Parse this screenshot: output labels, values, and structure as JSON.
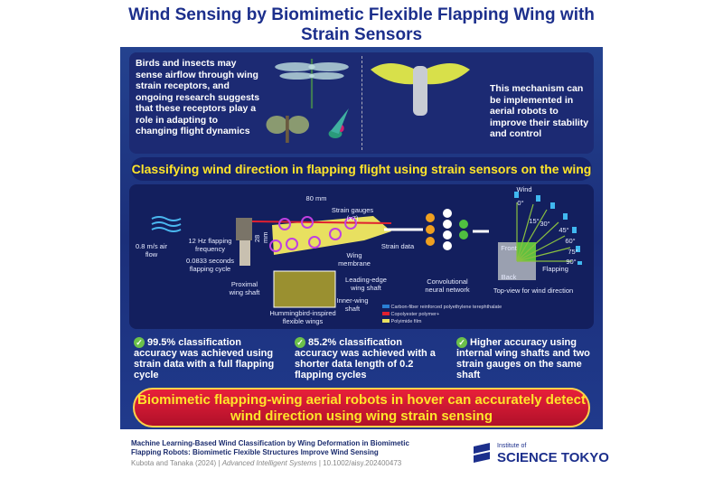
{
  "title": "Wind Sensing by Biomimetic Flexible Flapping Wing with Strain Sensors",
  "intro_left": "Birds and insects may sense airflow through wing strain receptors, and ongoing research suggests that these receptors play a role in adapting to changing flight dynamics",
  "intro_right": "This mechanism can be implemented in aerial robots to improve their stability and control",
  "subheading": "Classifying wind direction in flapping flight using strain sensors on the wing",
  "diagram": {
    "airflow": "0.8 m/s air flow",
    "frequency": "12 Hz flapping frequency",
    "cycle": "0.0833 seconds flapping cycle",
    "length": "80 mm",
    "width": "28 mm",
    "gauges": "Strain gauges (x7)",
    "membrane": "Wing membrane",
    "leading": "Leading-edge wing shaft",
    "proximal": "Proximal wing shaft",
    "inner": "Inner-wing shaft",
    "inset": "Hummingbird-inspired flexible wings",
    "strain": "Strain data",
    "cnn": "Convolutional neural network",
    "wind": "Wind",
    "angles": [
      "0°",
      "15°",
      "30°",
      "45°",
      "60°",
      "75°",
      "90°"
    ],
    "front": "Front",
    "back": "Back",
    "flapping": "Flapping",
    "topview": "Top-view for wind direction",
    "legend": [
      {
        "label": "Carbon-fiber reinforced polyethylene terephthalate",
        "color": "#2a7fd4"
      },
      {
        "label": "Copolyester polymer+",
        "color": "#e02030"
      },
      {
        "label": "Polyimide film",
        "color": "#e8e060"
      }
    ]
  },
  "bullets": [
    "99.5% classification accuracy was achieved using strain data with a full flapping cycle",
    "85.2% classification accuracy was achieved with a shorter data length of 0.2 flapping cycles",
    "Higher accuracy using internal wing shafts and two strain gauges on the same shaft"
  ],
  "conclusion": "Biomimetic flapping-wing aerial robots in hover can accurately detect wind direction using wing strain sensing",
  "footer": {
    "paper": "Machine Learning-Based Wind Classification by Wing Deformation in Biomimetic Flapping Robots: Biomimetic Flexible Structures Improve Wind Sensing",
    "authors": "Kubota and Tanaka (2024)",
    "journal": "Advanced Intelligent Systems",
    "doi": "10.1002/aisy.202400473",
    "logo_small": "Institute of",
    "logo_big": "SCIENCE TOKYO"
  }
}
